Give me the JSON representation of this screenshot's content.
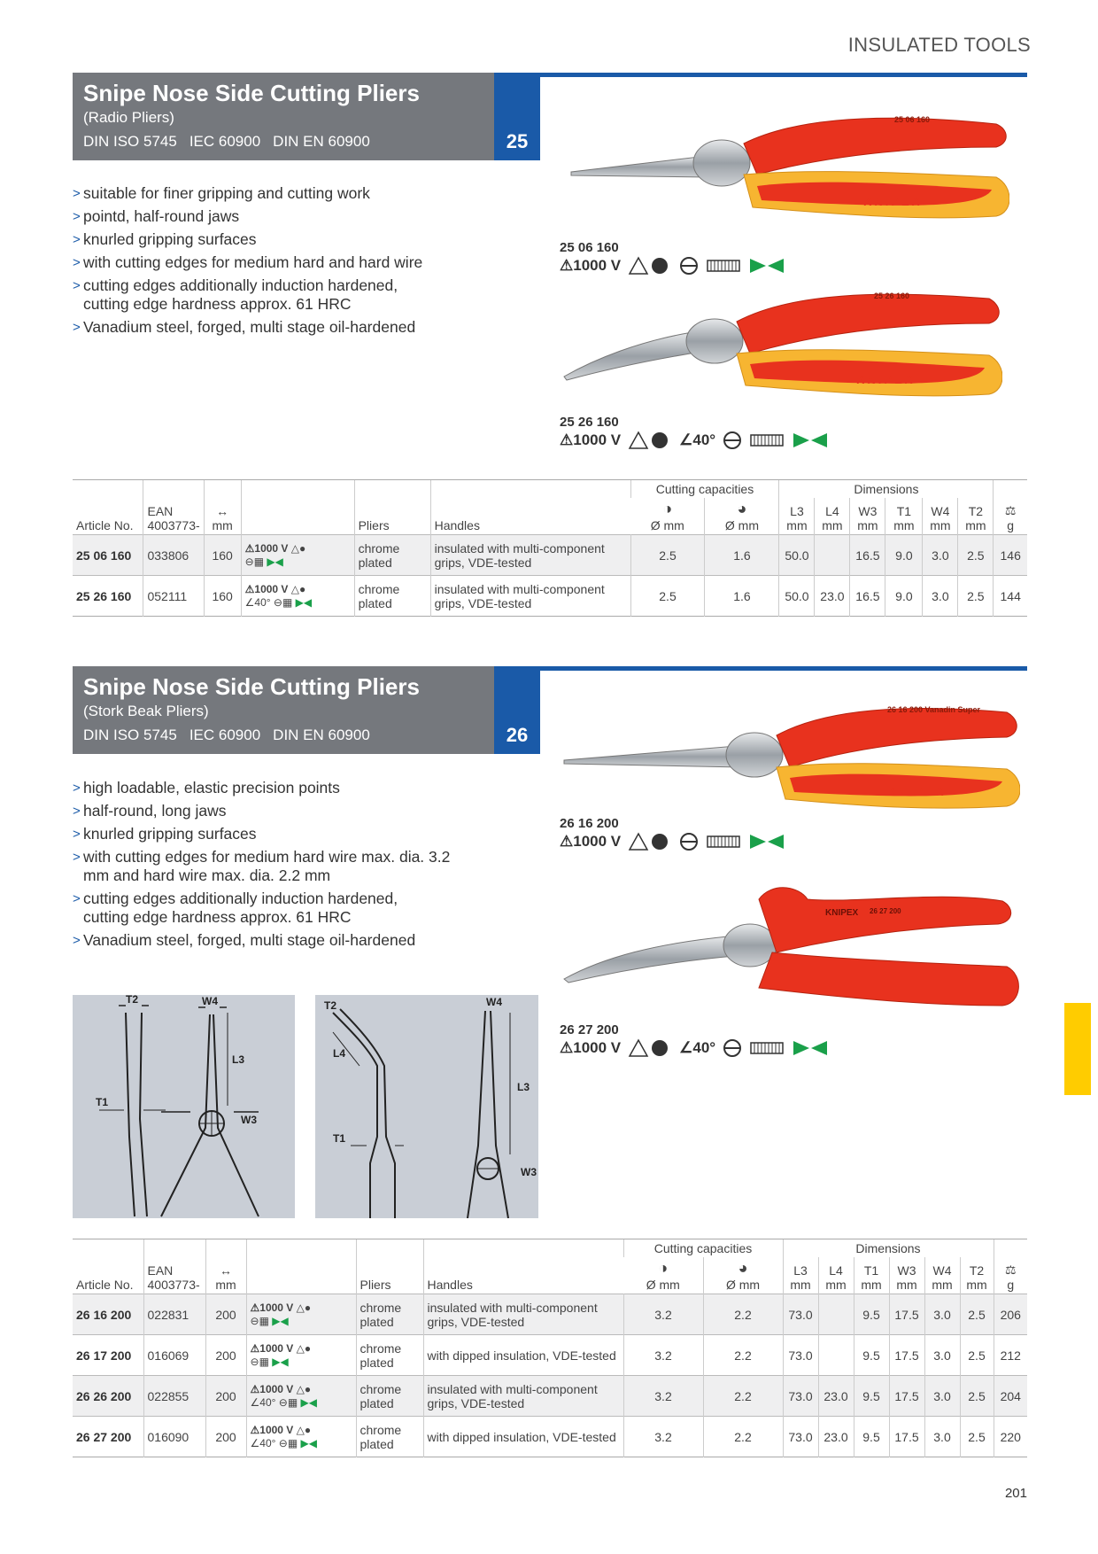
{
  "category": "INSULATED TOOLS",
  "page_number": "201",
  "section1": {
    "title": "Snipe Nose Side Cutting Pliers",
    "subtitle": "(Radio Pliers)",
    "norms": [
      "DIN ISO 5745",
      "IEC 60900",
      "DIN EN 60900"
    ],
    "number": "25",
    "features": [
      "suitable for finer gripping and cutting work",
      "pointd, half-round jaws",
      "knurled gripping surfaces",
      "with cutting edges for medium hard and hard wire",
      "cutting edges additionally induction hardened, cutting edge hardness approx. 61 HRC",
      "Vanadium steel, forged, multi stage oil-hardened"
    ],
    "products": [
      {
        "article": "25 06 160",
        "voltage": "1000 V",
        "angle": "",
        "imprint": "25 06 160",
        "brand": "KNIPEX"
      },
      {
        "article": "25 26 160",
        "voltage": "1000 V",
        "angle": "40°",
        "imprint": "25 26 160",
        "brand": "KNIPEX"
      }
    ]
  },
  "section2": {
    "title": "Snipe Nose Side Cutting Pliers",
    "subtitle": "(Stork Beak Pliers)",
    "norms": [
      "DIN ISO 5745",
      "IEC 60900",
      "DIN EN 60900"
    ],
    "number": "26",
    "features": [
      "high loadable, elastic precision points",
      "half-round, long jaws",
      "knurled gripping surfaces",
      "with cutting edges for medium hard wire max. dia. 3.2 mm and hard wire max. dia. 2.2 mm",
      "cutting edges additionally induction hardened, cutting edge hardness approx. 61 HRC",
      "Vanadium steel, forged, multi stage oil-hardened"
    ],
    "products": [
      {
        "article": "26 16 200",
        "voltage": "1000 V",
        "angle": "",
        "imprint": "26 16 200 Vanadin Super",
        "brand": "KNIPEX"
      },
      {
        "article": "26 27 200",
        "voltage": "1000 V",
        "angle": "40°",
        "imprint": "26 27 200",
        "brand": "KNIPEX"
      }
    ],
    "diagram_labels": [
      "T2",
      "W4",
      "L3",
      "T1",
      "W3",
      "L4"
    ]
  },
  "table_headers": {
    "article": "Article No.",
    "ean": "EAN",
    "ean_prefix": "4003773-",
    "length_unit": "mm",
    "pliers": "Pliers",
    "handles": "Handles",
    "cutting_capacities": "Cutting capacities",
    "dimensions": "Dimensions",
    "dia_mm": "Ø mm",
    "dims": [
      "L3",
      "L4",
      "W3",
      "T1",
      "W4",
      "T2"
    ],
    "dims2": [
      "L3",
      "L4",
      "T1",
      "W3",
      "W4",
      "T2"
    ],
    "dim_unit": "mm",
    "weight_unit": "g"
  },
  "table1": [
    {
      "article": "25 06 160",
      "ean": "033806",
      "length": "160",
      "voltage": "1000 V",
      "angle": "",
      "pliers": "chrome plated",
      "handles": "insulated with multi-component grips, VDE-tested",
      "cut_medium": "2.5",
      "cut_hard": "1.6",
      "L3": "50.0",
      "L4": "",
      "W3": "16.5",
      "T1": "9.0",
      "W4": "3.0",
      "T2": "2.5",
      "weight": "146"
    },
    {
      "article": "25 26 160",
      "ean": "052111",
      "length": "160",
      "voltage": "1000 V",
      "angle": "40°",
      "pliers": "chrome plated",
      "handles": "insulated with multi-component grips, VDE-tested",
      "cut_medium": "2.5",
      "cut_hard": "1.6",
      "L3": "50.0",
      "L4": "23.0",
      "W3": "16.5",
      "T1": "9.0",
      "W4": "3.0",
      "T2": "2.5",
      "weight": "144"
    }
  ],
  "table2": [
    {
      "article": "26 16 200",
      "ean": "022831",
      "length": "200",
      "voltage": "1000 V",
      "angle": "",
      "pliers": "chrome plated",
      "handles": "insulated with multi-component grips, VDE-tested",
      "cut_medium": "3.2",
      "cut_hard": "2.2",
      "L3": "73.0",
      "L4": "",
      "T1": "9.5",
      "W3": "17.5",
      "W4": "3.0",
      "T2": "2.5",
      "weight": "206"
    },
    {
      "article": "26 17 200",
      "ean": "016069",
      "length": "200",
      "voltage": "1000 V",
      "angle": "",
      "pliers": "chrome plated",
      "handles": "with dipped insulation, VDE-tested",
      "cut_medium": "3.2",
      "cut_hard": "2.2",
      "L3": "73.0",
      "L4": "",
      "T1": "9.5",
      "W3": "17.5",
      "W4": "3.0",
      "T2": "2.5",
      "weight": "212"
    },
    {
      "article": "26 26 200",
      "ean": "022855",
      "length": "200",
      "voltage": "1000 V",
      "angle": "40°",
      "pliers": "chrome plated",
      "handles": "insulated with multi-component grips, VDE-tested",
      "cut_medium": "3.2",
      "cut_hard": "2.2",
      "L3": "73.0",
      "L4": "23.0",
      "T1": "9.5",
      "W3": "17.5",
      "W4": "3.0",
      "T2": "2.5",
      "weight": "204"
    },
    {
      "article": "26 27 200",
      "ean": "016090",
      "length": "200",
      "voltage": "1000 V",
      "angle": "40°",
      "pliers": "chrome plated",
      "handles": "with dipped insulation, VDE-tested",
      "cut_medium": "3.2",
      "cut_hard": "2.2",
      "L3": "73.0",
      "L4": "23.0",
      "T1": "9.5",
      "W3": "17.5",
      "W4": "3.0",
      "T2": "2.5",
      "weight": "220"
    }
  ],
  "colors": {
    "accent_blue": "#1a5aa8",
    "header_gray": "#75787d",
    "tab_yellow": "#ffcc00",
    "insulation_red": "#e8321e",
    "insulation_yellow": "#f7b531",
    "green": "#1aa04a"
  }
}
